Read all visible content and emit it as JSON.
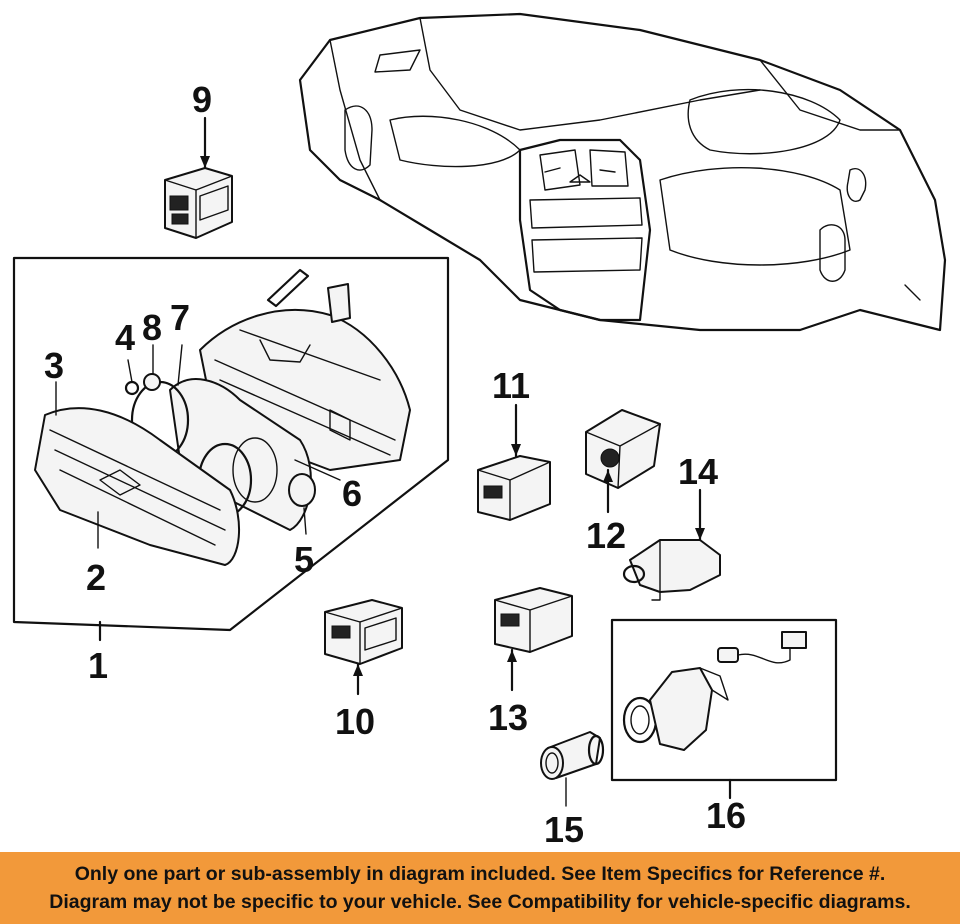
{
  "diagram": {
    "labels": {
      "p1": "1",
      "p2": "2",
      "p3": "3",
      "p4": "4",
      "p5": "5",
      "p6": "6",
      "p7": "7",
      "p8": "8",
      "p9": "9",
      "p10": "10",
      "p11": "11",
      "p12": "12",
      "p13": "13",
      "p14": "14",
      "p15": "15",
      "p16": "16"
    }
  },
  "banner": {
    "line1": "Only one part or sub-assembly in diagram included. See Item Specifics for Reference #.",
    "line2": "Diagram may not be specific to your vehicle. See Compatibility for vehicle-specific diagrams.",
    "background": "#f2993a"
  }
}
